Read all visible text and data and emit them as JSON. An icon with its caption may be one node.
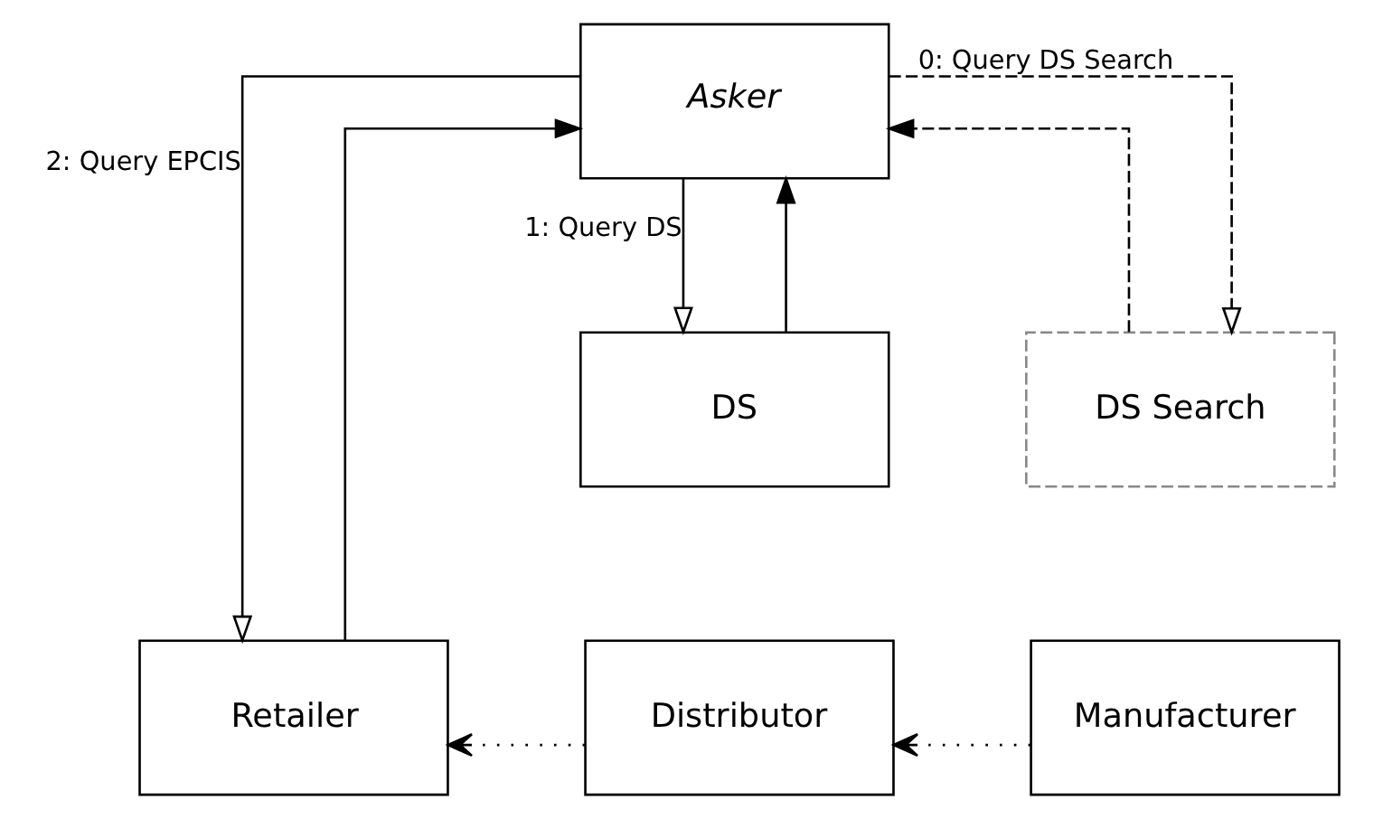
{
  "diagram": {
    "nodes": [
      {
        "text": [
          "Asker"
        ]
      },
      {
        "text": [
          "DS"
        ]
      },
      {
        "text": [
          "DS Search"
        ]
      },
      {
        "text": [
          "Retailer"
        ]
      },
      {
        "text": [
          "Distributor"
        ]
      },
      {
        "text": [
          "Manufacturer"
        ]
      }
    ],
    "edges": [
      {
        "from": 0,
        "to": 2,
        "arrow": "to",
        "label": "0: Query DS Search",
        "style": "dashed"
      },
      {
        "from": 2,
        "to": 0,
        "arrow": "to",
        "style": "dashed"
      },
      {
        "from": 0,
        "to": 1,
        "arrow": "to",
        "label": "1: Query DS"
      },
      {
        "from": 1,
        "to": 0,
        "arrow": "to"
      },
      {
        "from": 0,
        "to": 3,
        "arrow": "to",
        "label": "2: Query EPCIS"
      },
      {
        "from": 3,
        "to": 0,
        "arrow": "to"
      },
      {
        "from": 5,
        "to": 4,
        "arrow": "to",
        "style": "dashed"
      },
      {
        "from": 4,
        "to": 3,
        "arrow": "to",
        "style": "dashed"
      }
    ]
  }
}
